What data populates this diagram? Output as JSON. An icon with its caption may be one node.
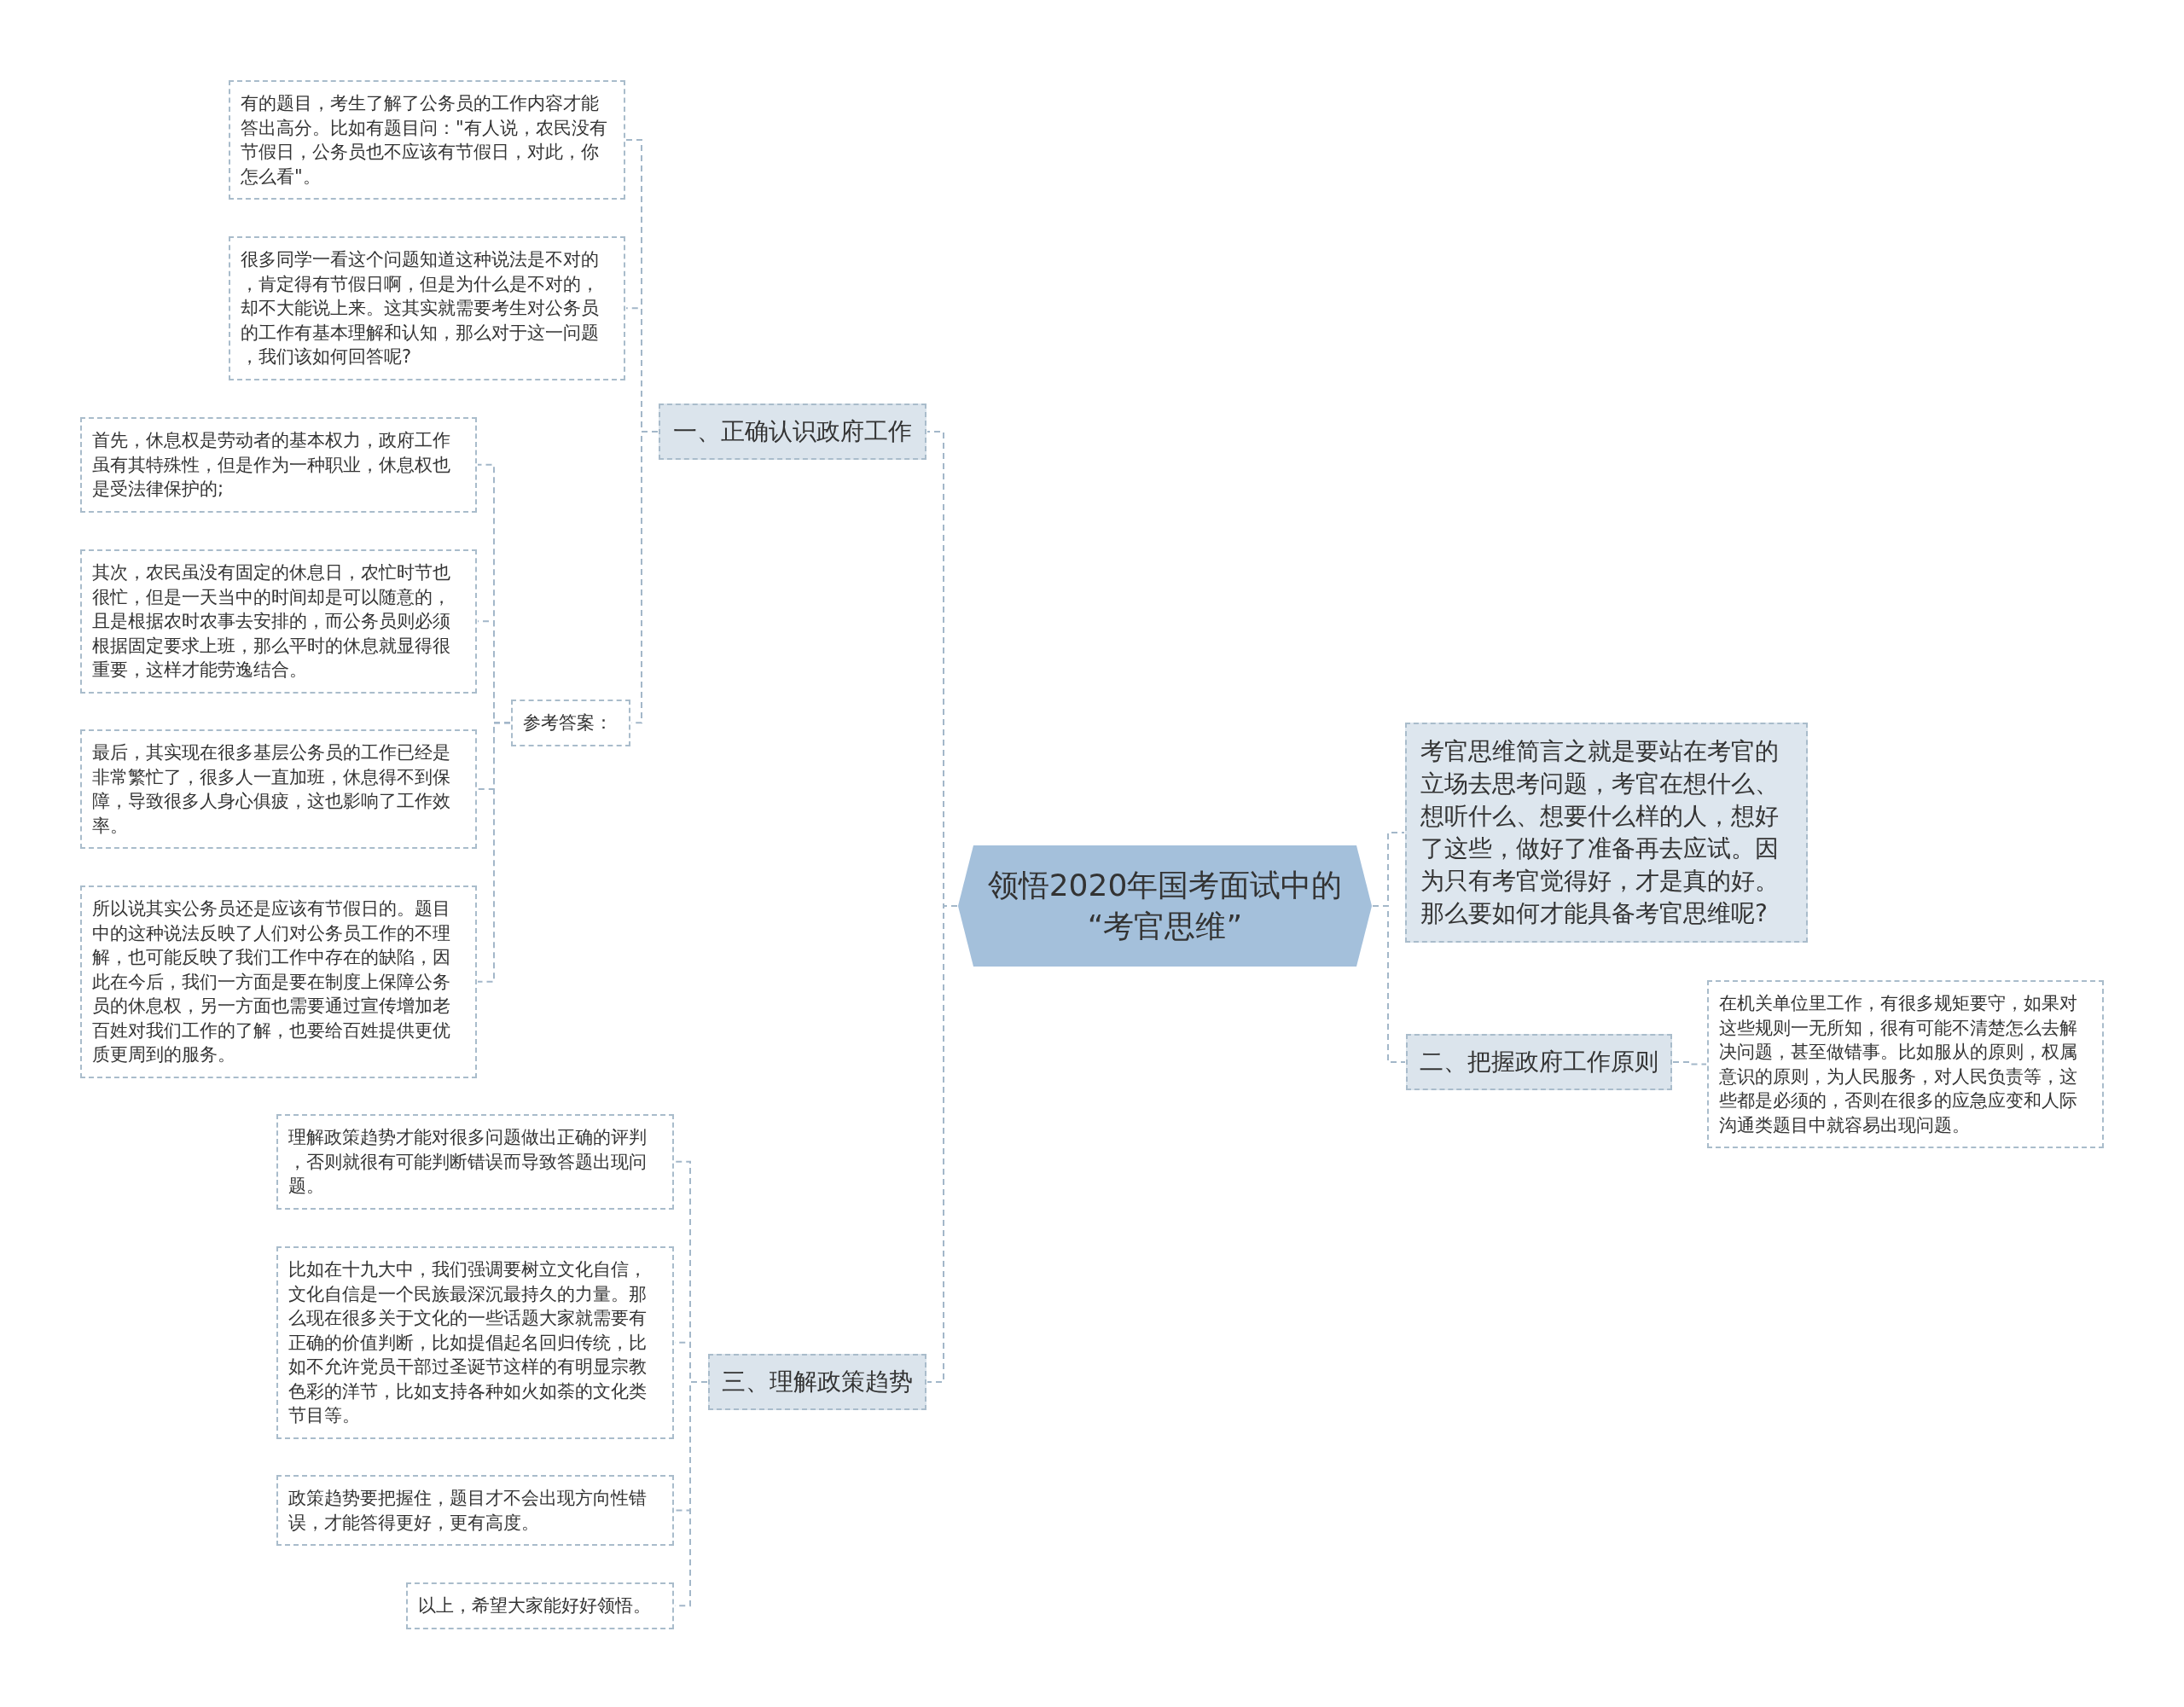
{
  "diagram": {
    "nodes": [
      {
        "text": [
          "领悟2020年国考面试中的“考官思维”"
        ]
      },
      {
        "text": [
          "一、正确认识政府工作"
        ]
      },
      {
        "text": [
          "有的题目，考生了解了公务员的工作内容才能答出高分。比如有题目问：\"有人说，农民没有节假日，公务员也不应该有节假日，对此，你怎么看\"。"
        ]
      },
      {
        "text": [
          "很多同学一看这个问题知道这种说法是不对的，肯定得有节假日啊，但是为什么是不对的，却不大能说上来。这其实就需要考生对公务员的工作有基本理解和认知，那么对于这一问题，我们该如何回答呢?"
        ]
      },
      {
        "text": [
          "参考答案："
        ]
      },
      {
        "text": [
          "首先，休息权是劳动者的基本权力，政府工作虽有其特殊性，但是作为一种职业，休息权也是受法律保护的;"
        ]
      },
      {
        "text": [
          "其次，农民虽没有固定的休息日，农忙时节也很忙，但是一天当中的时间却是可以随意的，且是根据农时农事去安排的，而公务员则必须根据固定要求上班，那么平时的休息就显得很重要，这样才能劳逸结合。"
        ]
      },
      {
        "text": [
          "最后，其实现在很多基层公务员的工作已经是非常繁忙了，很多人一直加班，休息得不到保障，导致很多人身心俱疲，这也影响了工作效率。"
        ]
      },
      {
        "text": [
          "所以说其实公务员还是应该有节假日的。题目中的这种说法反映了人们对公务员工作的不理解，也可能反映了我们工作中存在的缺陷，因此在今后，我们一方面是要在制度上保障公务员的休息权，另一方面也需要通过宣传增加老百姓对我们工作的了解，也要给百姓提供更优质更周到的服务。"
        ]
      },
      {
        "text": [
          "考官思维简言之就是要站在考官的立场去思考问题，考官在想什么、想听什么、想要什么样的人，想好了这些，做好了准备再去应试。因为只有考官觉得好，才是真的好。那么要如何才能具备考官思维呢?"
        ]
      },
      {
        "text": [
          "二、把握政府工作原则"
        ]
      },
      {
        "text": [
          "在机关单位里工作，有很多规矩要守，如果对这些规则一无所知，很有可能不清楚怎么去解决问题，甚至做错事。比如服从的原则，权属意识的原则，为人民服务，对人民负责等，这些都是必须的，否则在很多的应急应变和人际沟通类题目中就容易出现问题。"
        ]
      },
      {
        "text": [
          "三、理解政策趋势"
        ]
      },
      {
        "text": [
          "理解政策趋势才能对很多问题做出正确的评判，否则就很有可能判断错误而导致答题出现问题。"
        ]
      },
      {
        "text": [
          "比如在十九大中，我们强调要树立文化自信，文化自信是一个民族最深沉最持久的力量。那么现在很多关于文化的一些话题大家就需要有正确的价值判断，比如提倡起名回归传统，比如不允许党员干部过圣诞节这样的有明显宗教色彩的洋节，比如支持各种如火如荼的文化类节目等。"
        ]
      },
      {
        "text": [
          "政策趋势要把握住，题目才不会出现方向性错误，才能答得更好，更有高度。"
        ]
      },
      {
        "text": [
          "以上，希望大家能好好领悟。"
        ]
      }
    ],
    "edges": [
      {
        "from": 0,
        "to": 1,
        "arrow": "none"
      },
      {
        "from": 1,
        "to": 2,
        "arrow": "none"
      },
      {
        "from": 1,
        "to": 3,
        "arrow": "none"
      },
      {
        "from": 1,
        "to": 4,
        "arrow": "none"
      },
      {
        "from": 4,
        "to": 5,
        "arrow": "none"
      },
      {
        "from": 4,
        "to": 6,
        "arrow": "none"
      },
      {
        "from": 4,
        "to": 7,
        "arrow": "none"
      },
      {
        "from": 4,
        "to": 8,
        "arrow": "none"
      },
      {
        "from": 0,
        "to": 9,
        "arrow": "none"
      },
      {
        "from": 0,
        "to": 10,
        "arrow": "none"
      },
      {
        "from": 10,
        "to": 11,
        "arrow": "none"
      },
      {
        "from": 0,
        "to": 12,
        "arrow": "none"
      },
      {
        "from": 12,
        "to": 13,
        "arrow": "none"
      },
      {
        "from": 12,
        "to": 14,
        "arrow": "none"
      },
      {
        "from": 12,
        "to": 15,
        "arrow": "none"
      },
      {
        "from": 12,
        "to": 16,
        "arrow": "none"
      }
    ]
  }
}
